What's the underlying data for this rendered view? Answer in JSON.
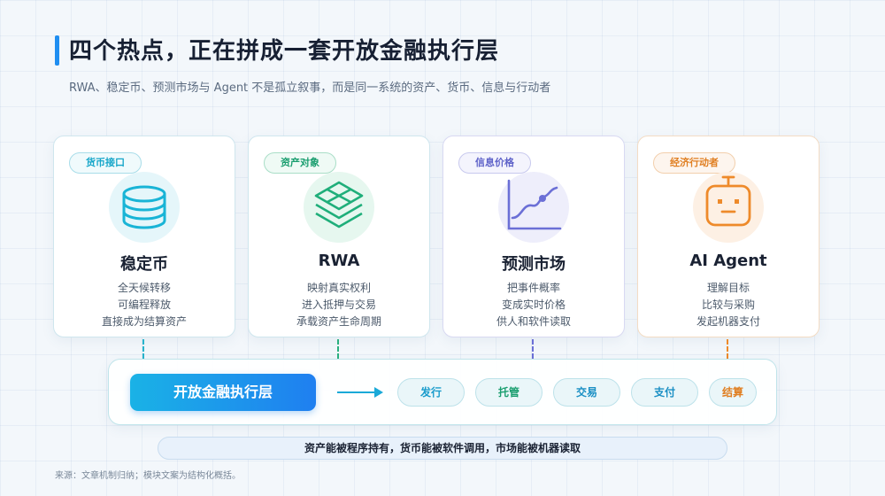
{
  "header": {
    "title": "四个热点，正在拼成一套开放金融执行层",
    "subtitle": "RWA、稳定币、预测市场与 Agent 不是孤立叙事，而是同一系统的资产、货币、信息与行动者"
  },
  "cards": [
    {
      "tag": "货币接口",
      "title": "稳定币",
      "lines": [
        "全天候转移",
        "可编程释放",
        "直接成为结算资产"
      ],
      "icon": "database-icon",
      "accent": "#19b4d6"
    },
    {
      "tag": "资产对象",
      "title": "RWA",
      "lines": [
        "映射真实权利",
        "进入抵押与交易",
        "承载资产生命周期"
      ],
      "icon": "layers-icon",
      "accent": "#1fae7a"
    },
    {
      "tag": "信息价格",
      "title": "预测市场",
      "lines": [
        "把事件概率",
        "变成实时价格",
        "供人和软件读取"
      ],
      "icon": "line-chart-icon",
      "accent": "#6b6fd6"
    },
    {
      "tag": "经济行动者",
      "title": "AI Agent",
      "lines": [
        "理解目标",
        "比较与采购",
        "发起机器支付"
      ],
      "icon": "robot-icon",
      "accent": "#ee8a2a"
    }
  ],
  "exec_layer": {
    "main_label": "开放金融执行层",
    "pills": [
      "发行",
      "托管",
      "交易",
      "支付",
      "结算"
    ]
  },
  "bottom_banner": "资产能被程序持有，货币能被软件调用，市场能被机器读取",
  "source": "来源：文章机制归纳；模块文案为结构化概括。"
}
